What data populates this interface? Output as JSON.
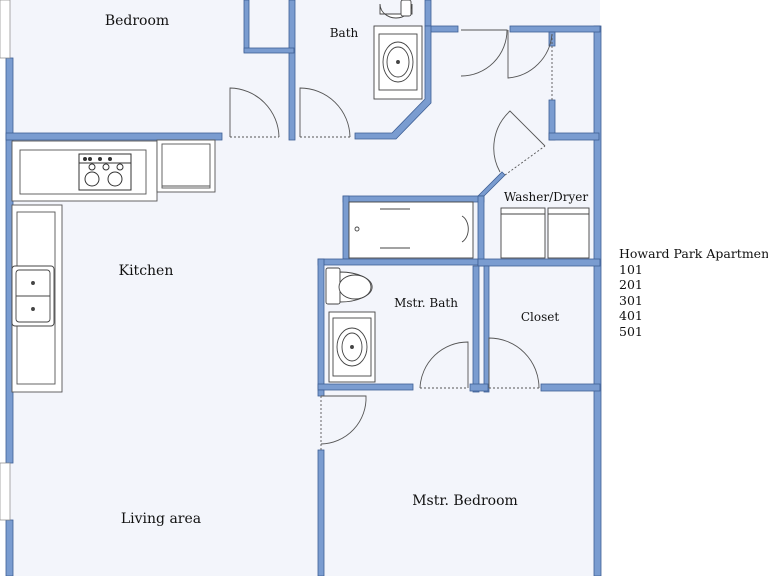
{
  "floorplan": {
    "rooms": {
      "bedroom": "Bedroom",
      "bath": "Bath",
      "kitchen": "Kitchen",
      "washer_dryer": "Washer/Dryer",
      "mstr_bath": "Mstr. Bath",
      "closet": "Closet",
      "living_area": "Living area",
      "mstr_bedroom": "Mstr. Bedroom"
    }
  },
  "legend": {
    "title": "Howard Park Apartments",
    "units": [
      "101",
      "201",
      "301",
      "401",
      "501"
    ]
  },
  "colors": {
    "wall": "#7a9cd0",
    "wall_edge": "#3e5f95",
    "floor": "#f3f5fb",
    "fixture": "#ffffff",
    "fixture_stroke": "#555555"
  }
}
